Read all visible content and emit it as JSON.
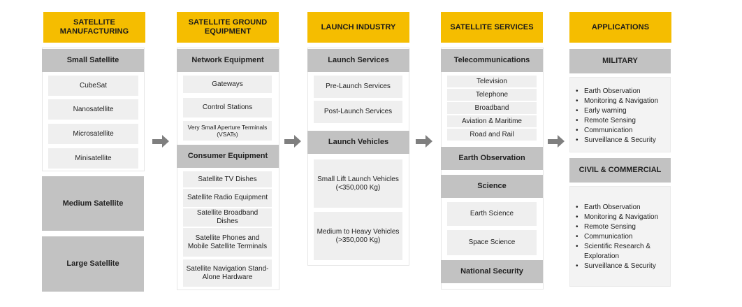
{
  "columns": {
    "manufacturing": {
      "title": "SATELLITE MANUFACTURING",
      "small": "Small Satellite",
      "small_items": [
        "CubeSat",
        "Nanosatellite",
        "Microsatellite",
        "Minisatellite"
      ],
      "medium": "Medium Satellite",
      "large": "Large Satellite"
    },
    "ground": {
      "title": "SATELLITE GROUND EQUIPMENT",
      "network": "Network Equipment",
      "network_items": [
        "Gateways",
        "Control Stations",
        "Very Small Aperture Terminals (VSATs)"
      ],
      "consumer": "Consumer Equipment",
      "consumer_items": [
        "Satellite TV Dishes",
        "Satellite Radio Equipment",
        "Satellite Broadband Dishes",
        "Satellite Phones and Mobile Satellite Terminals",
        "Satellite Navigation Stand-Alone Hardware"
      ]
    },
    "launch": {
      "title": "LAUNCH INDUSTRY",
      "services": "Launch Services",
      "services_items": [
        "Pre-Launch Services",
        "Post-Launch Services"
      ],
      "vehicles": "Launch Vehicles",
      "vehicles_items": [
        "Small Lift Launch Vehicles (<350,000 Kg)",
        "Medium to Heavy Vehicles (>350,000 Kg)"
      ]
    },
    "services": {
      "title": "SATELLITE SERVICES",
      "telecom": "Telecommunications",
      "telecom_items": [
        "Television",
        "Telephone",
        "Broadband",
        "Aviation & Maritime",
        "Road and Rail"
      ],
      "earth_obs": "Earth Observation",
      "science": "Science",
      "science_items": [
        "Earth Science",
        "Space Science"
      ],
      "national": "National Security"
    },
    "applications": {
      "title": "APPLICATIONS",
      "military": "MILITARY",
      "military_items": [
        "Earth Observation",
        "Monitoring & Navigation",
        "Early warning",
        "Remote Sensing",
        "Communication",
        "Surveillance & Security"
      ],
      "civil": "CIVIL & COMMERCIAL",
      "civil_items": [
        "Earth Observation",
        "Monitoring & Navigation",
        "Remote Sensing",
        "Communication",
        "Scientific Research & Exploration",
        "Surveillance & Security"
      ]
    }
  },
  "colors": {
    "header": "#f5bd00",
    "sub_header": "#c2c2c2",
    "item": "#efefef",
    "arrow": "#7f7f7f"
  }
}
